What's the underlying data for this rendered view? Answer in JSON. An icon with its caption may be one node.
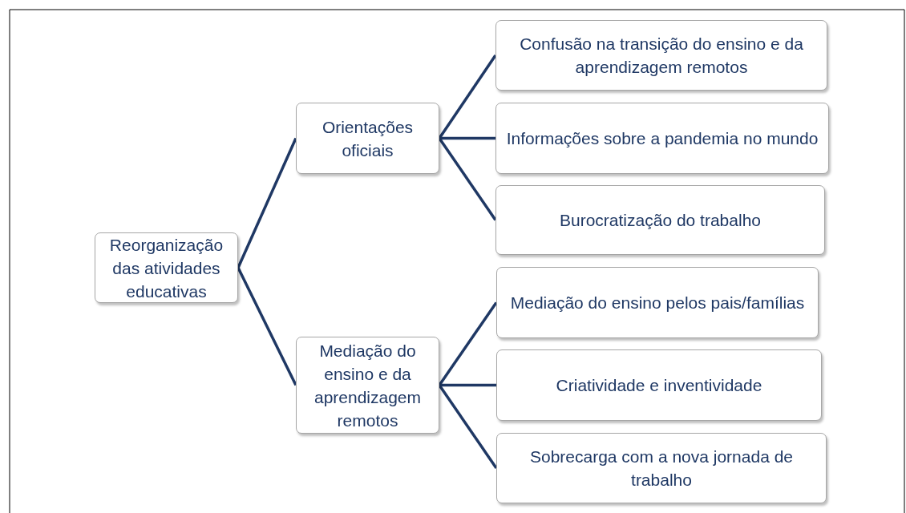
{
  "diagram": {
    "nodes": [
      {
        "text": [
          "Reorganização das atividades educativas"
        ]
      },
      {
        "text": [
          "Orientações oficiais"
        ]
      },
      {
        "text": [
          "Mediação do ensino e da aprendizagem remotos"
        ]
      },
      {
        "text": [
          "Confusão na transição do ensino e da aprendizagem remotos"
        ]
      },
      {
        "text": [
          "Informações sobre a pandemia no mundo"
        ]
      },
      {
        "text": [
          "Burocratização do trabalho"
        ]
      },
      {
        "text": [
          "Mediação do ensino pelos pais/famílias"
        ]
      },
      {
        "text": [
          "Criatividade e inventividade"
        ]
      },
      {
        "text": [
          "Sobrecarga com a nova jornada de trabalho"
        ]
      }
    ],
    "edges": [
      {
        "from": 0,
        "to": 1,
        "arrow": "none"
      },
      {
        "from": 0,
        "to": 2,
        "arrow": "none"
      },
      {
        "from": 1,
        "to": 3,
        "arrow": "none"
      },
      {
        "from": 1,
        "to": 4,
        "arrow": "none"
      },
      {
        "from": 1,
        "to": 5,
        "arrow": "none"
      },
      {
        "from": 2,
        "to": 6,
        "arrow": "none"
      },
      {
        "from": 2,
        "to": 7,
        "arrow": "none"
      },
      {
        "from": 2,
        "to": 8,
        "arrow": "none"
      }
    ]
  }
}
